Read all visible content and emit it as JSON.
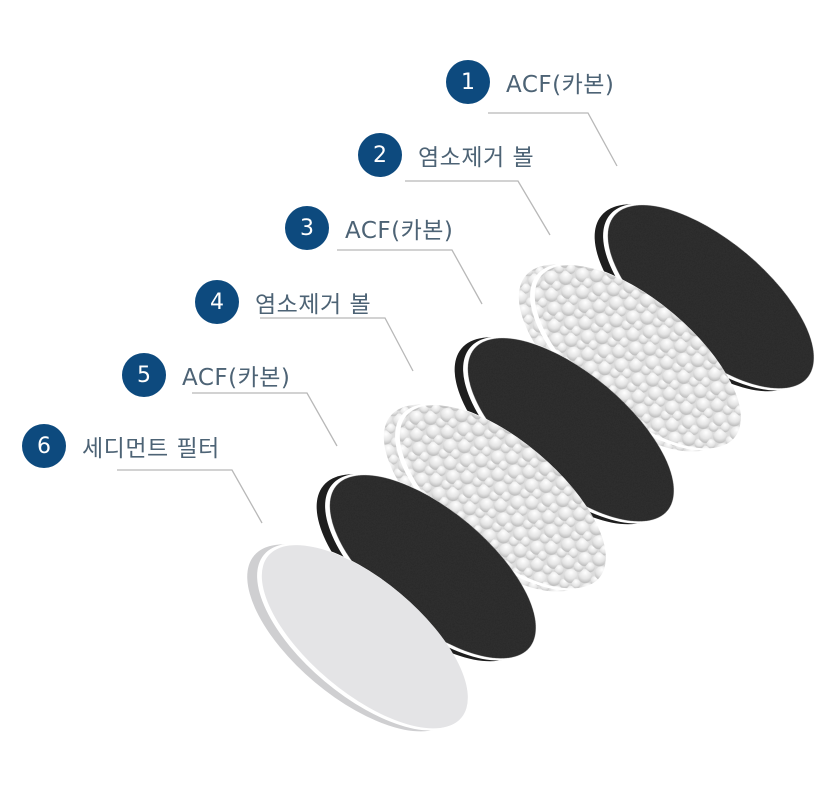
{
  "diagram": {
    "description": "Exploded view of a 6-layer filter stack",
    "badge_color": "#0d4a7e",
    "label_color": "#4d6375",
    "leader_line_color": "#b8b8b8",
    "layers": [
      {
        "number": "1",
        "label": "ACF(카본)",
        "material": "carbon",
        "color": "#2b2b2b"
      },
      {
        "number": "2",
        "label": "염소제거 볼",
        "material": "ball",
        "color": "#e6e6e6"
      },
      {
        "number": "3",
        "label": "ACF(카본)",
        "material": "carbon",
        "color": "#2b2b2b"
      },
      {
        "number": "4",
        "label": "염소제거 볼",
        "material": "ball",
        "color": "#e6e6e6"
      },
      {
        "number": "5",
        "label": "ACF(카본)",
        "material": "carbon",
        "color": "#2b2b2b"
      },
      {
        "number": "6",
        "label": "세디먼트 필터",
        "material": "sediment",
        "color": "#e3e3e5"
      }
    ]
  }
}
